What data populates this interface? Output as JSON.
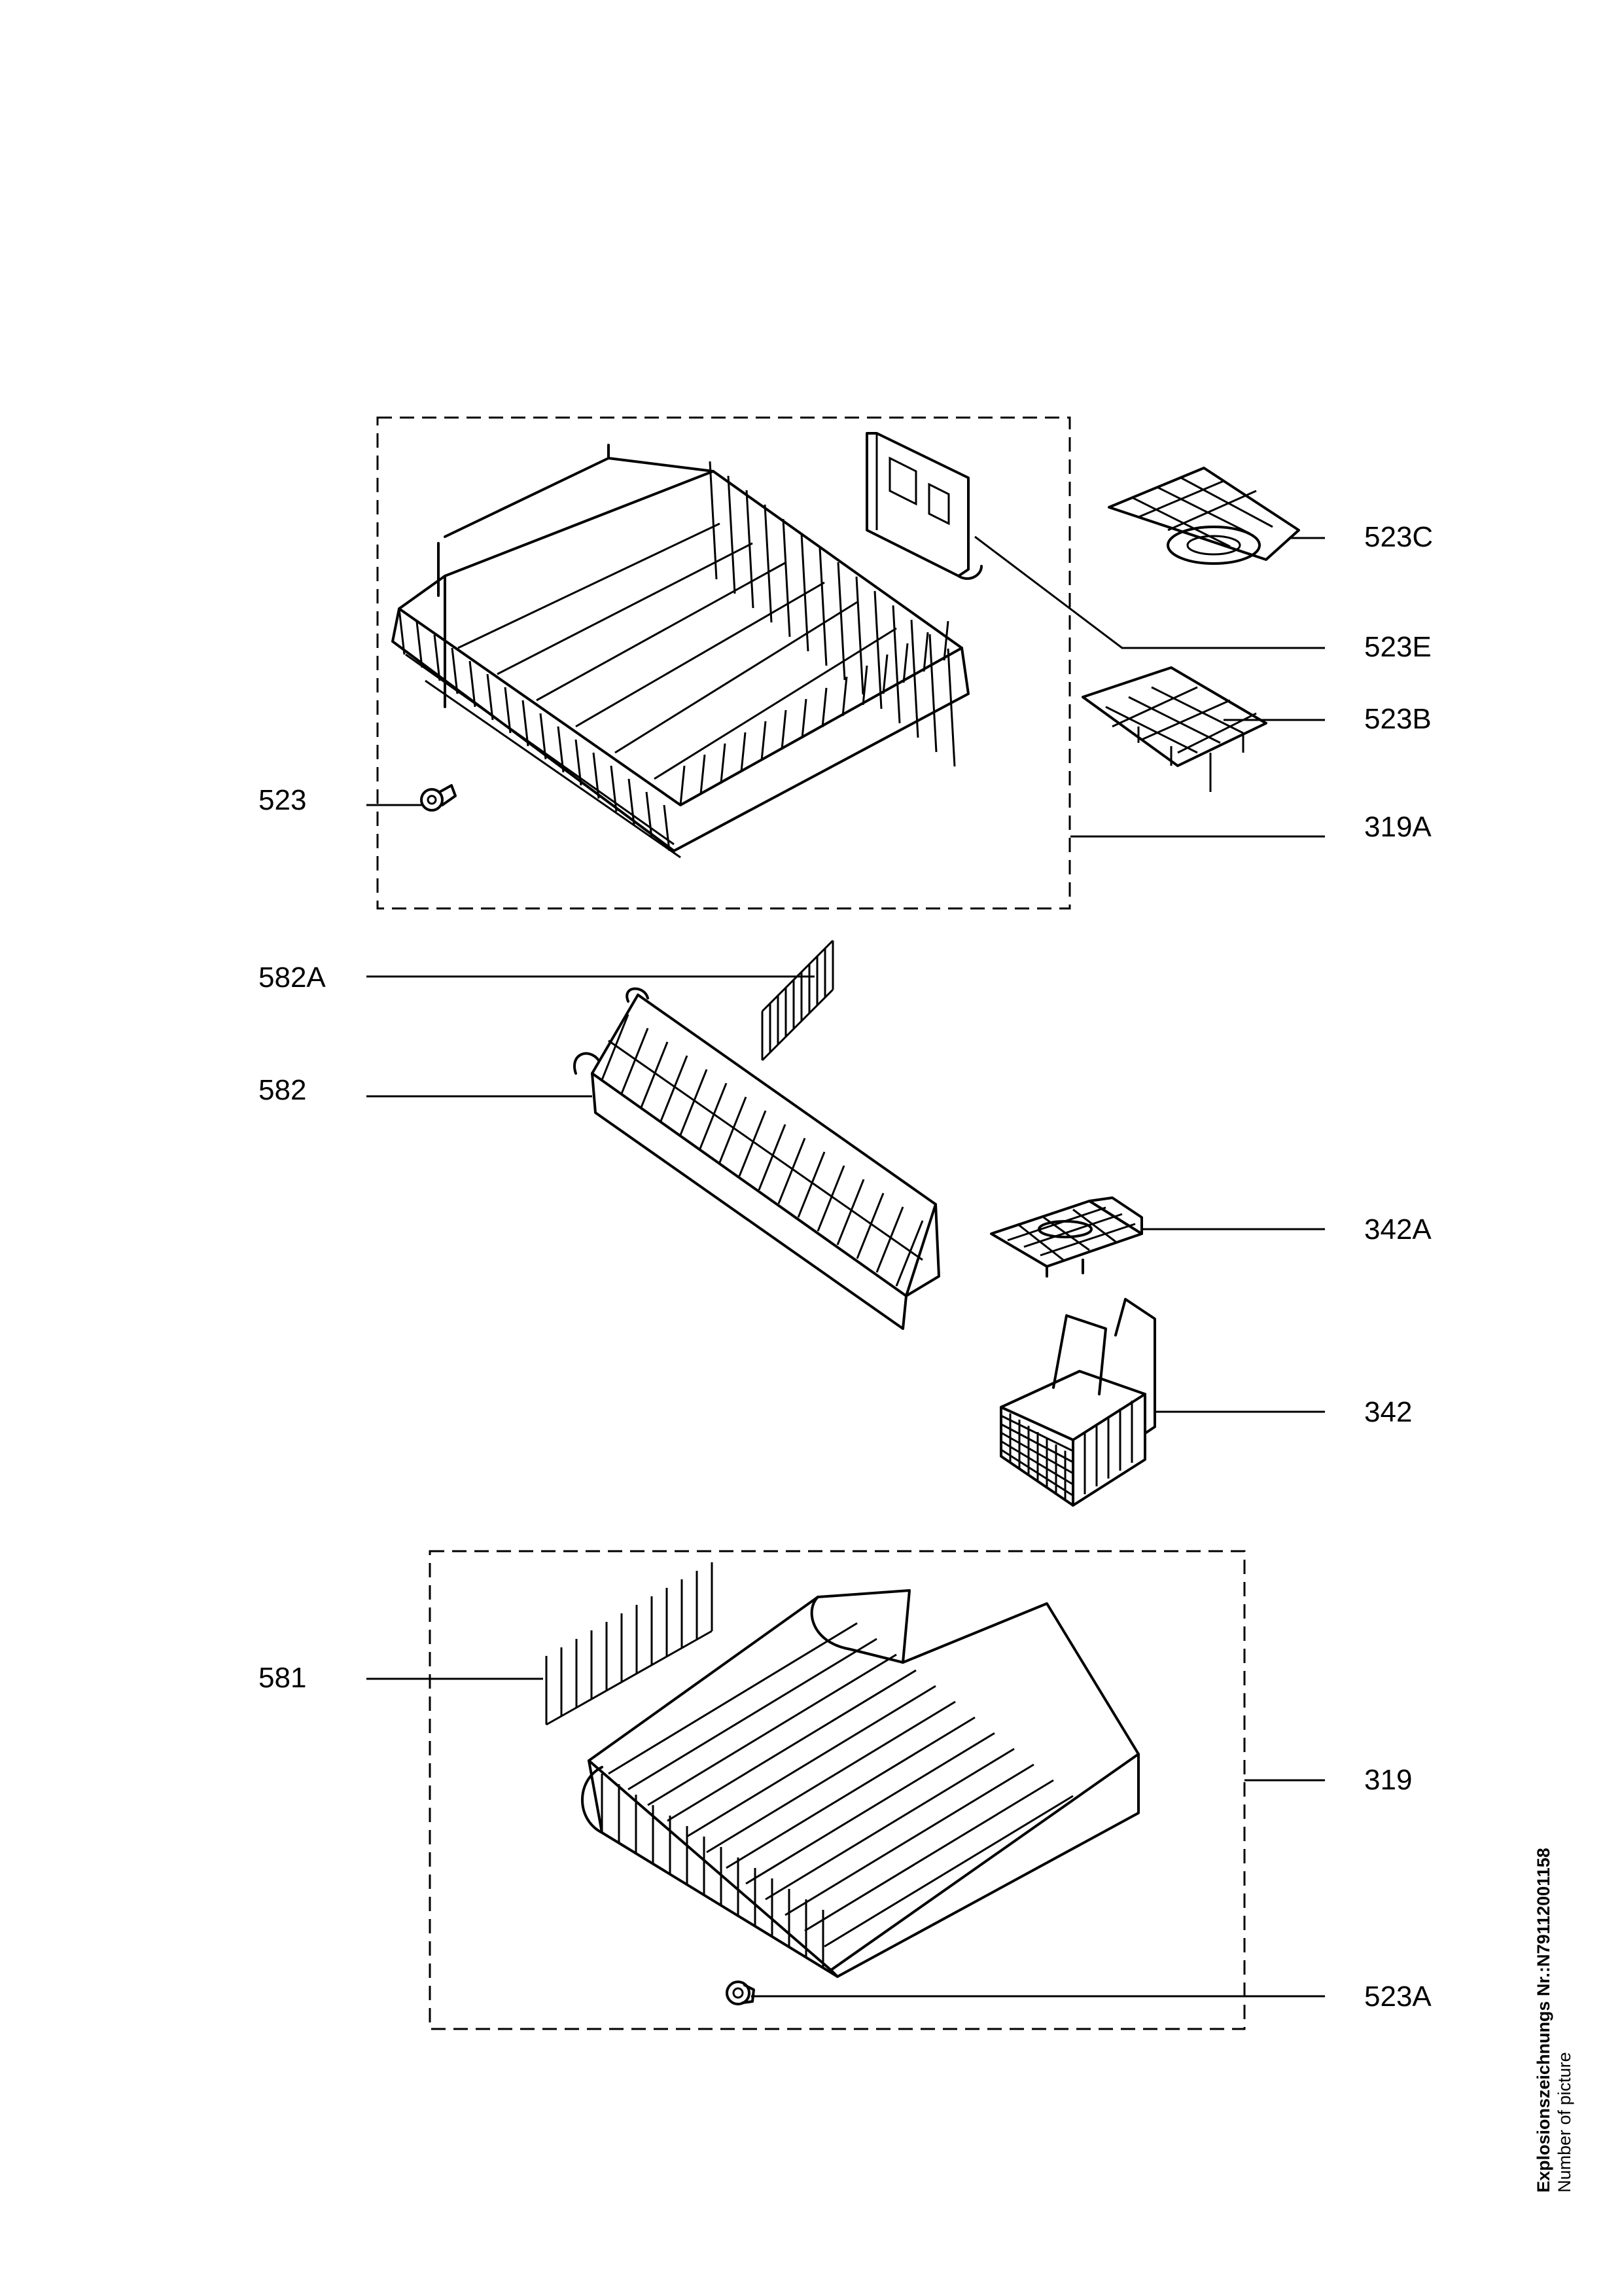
{
  "labels": {
    "p523C": "523C",
    "p523E": "523E",
    "p523B": "523B",
    "p523": "523",
    "p319A": "319A",
    "p582A": "582A",
    "p582": "582",
    "p342A": "342A",
    "p342": "342",
    "p581": "581",
    "p319": "319",
    "p523A": "523A"
  },
  "caption": {
    "line1": "Explosionszeichnungs Nr.:N79112001158",
    "line2": "Number of picture"
  }
}
